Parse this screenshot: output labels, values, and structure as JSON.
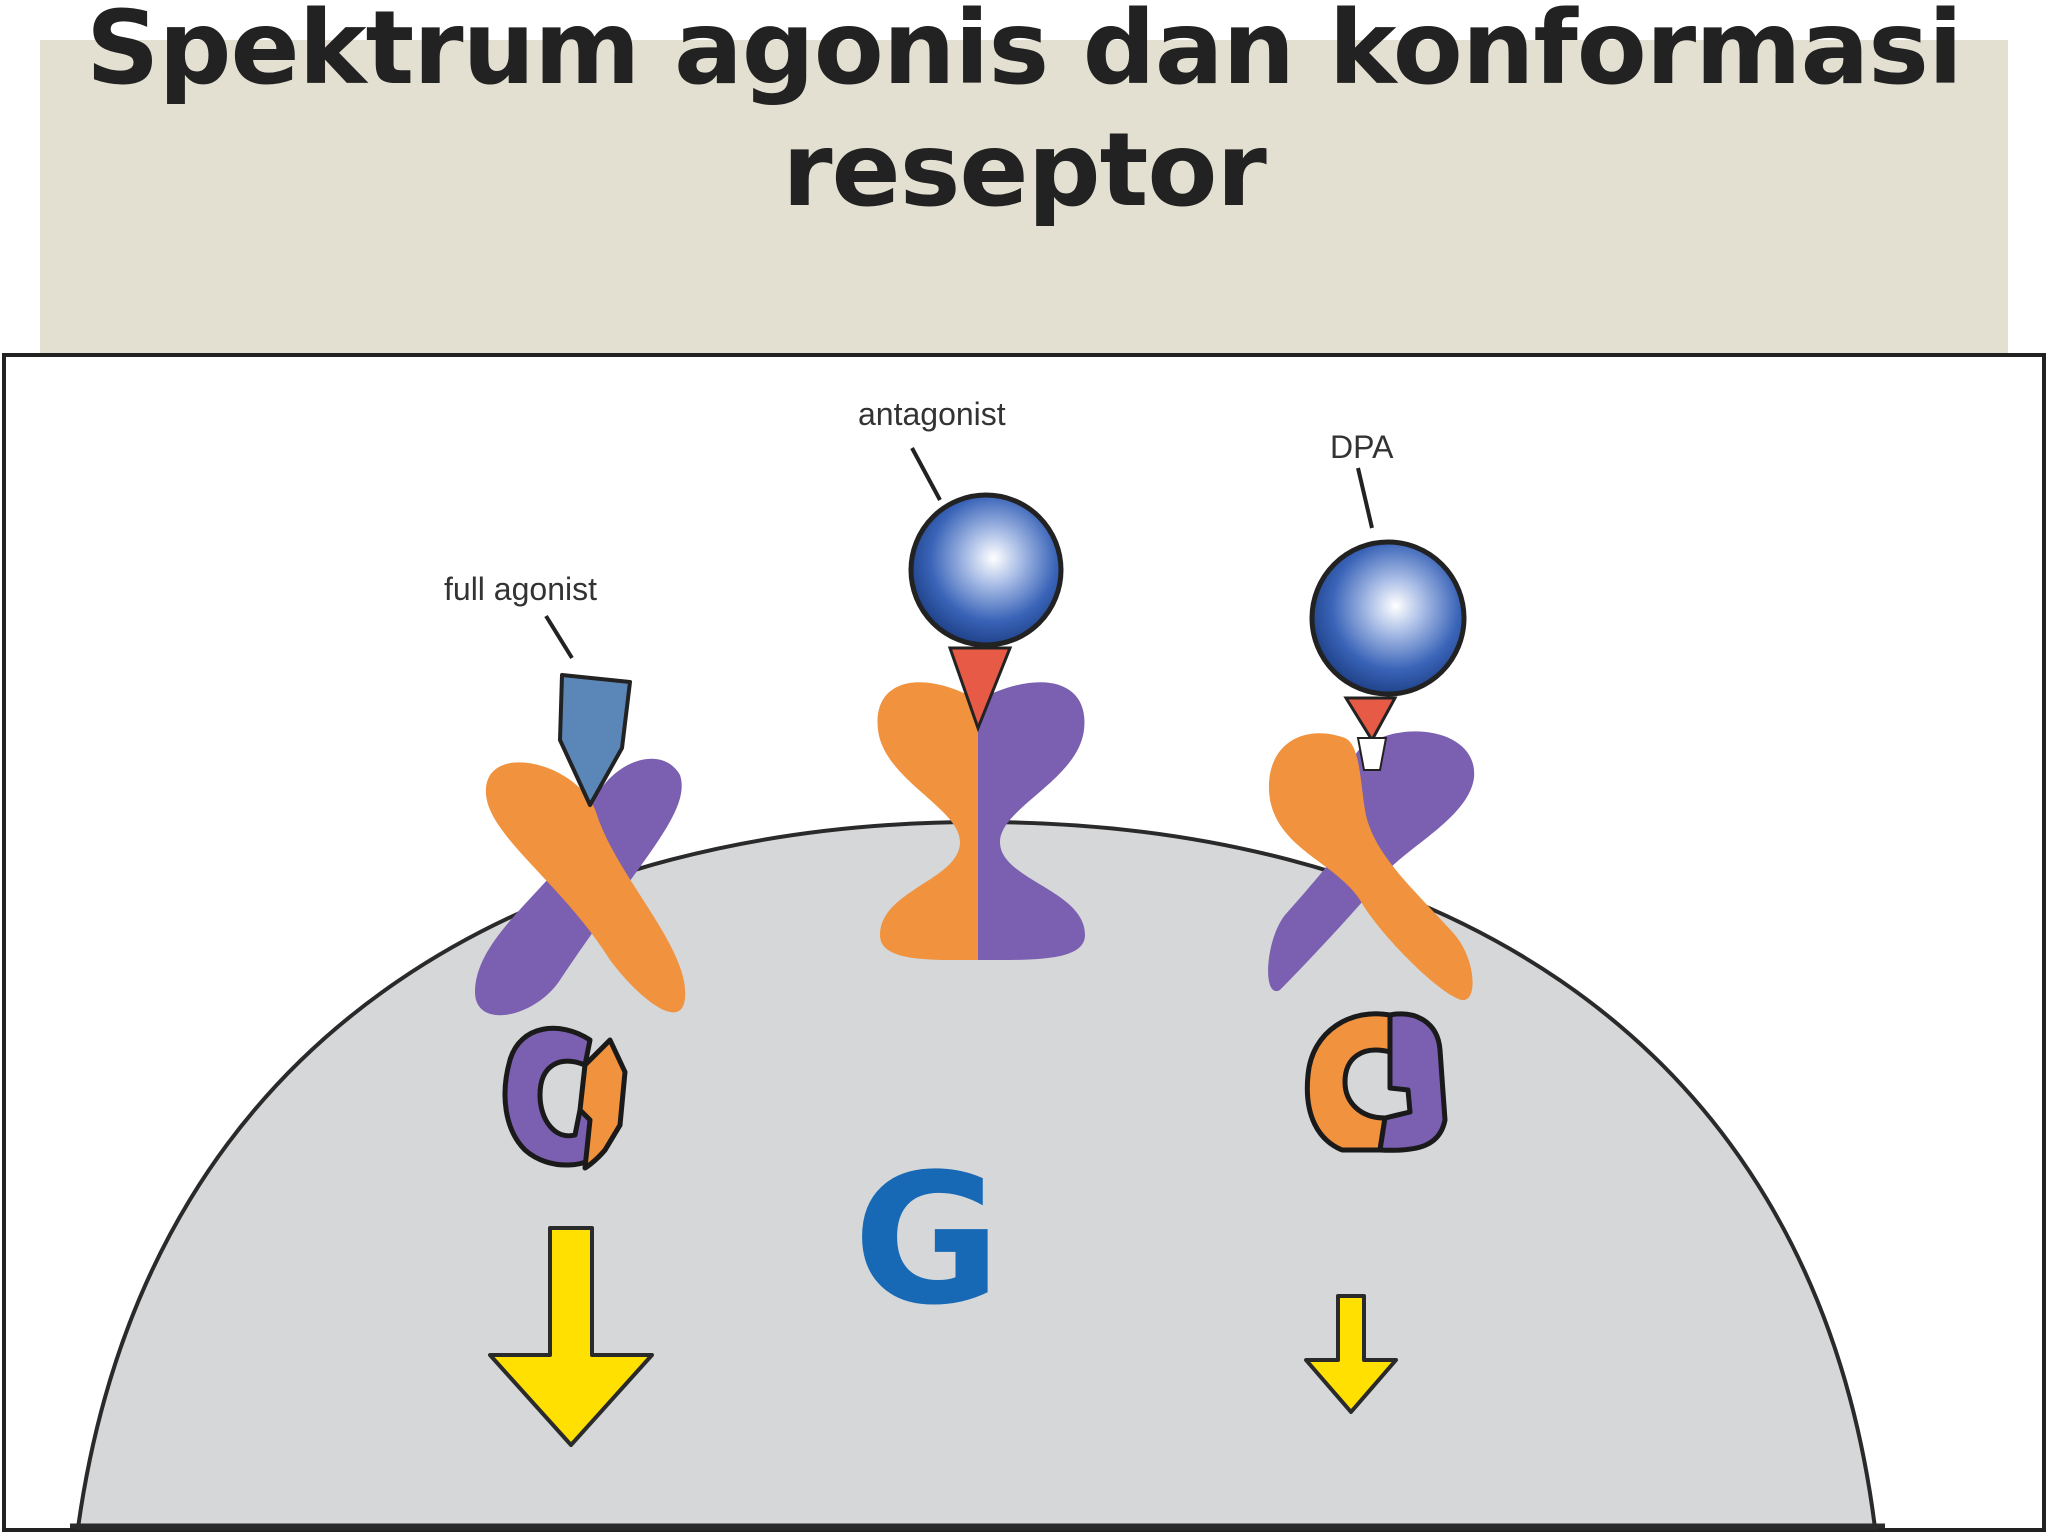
{
  "slide": {
    "title": "Spektrum agonis dan konformasi reseptor"
  },
  "diagram": {
    "labels": {
      "full_agonist": "full agonist",
      "antagonist": "antagonist",
      "dpa": "DPA"
    },
    "g_protein_letter": "G",
    "colors": {
      "title_band": "#e3e0d2",
      "cell": "#d5d7d9",
      "receptor_orange": "#f0923e",
      "receptor_purple": "#7b5fb0",
      "ligand_blue": "#3a64b8",
      "agonist_wedge": "#5b87b8",
      "contact_red": "#e65a46",
      "g_protein_blue": "#1769b5",
      "arrow_yellow": "#ffe000"
    }
  }
}
